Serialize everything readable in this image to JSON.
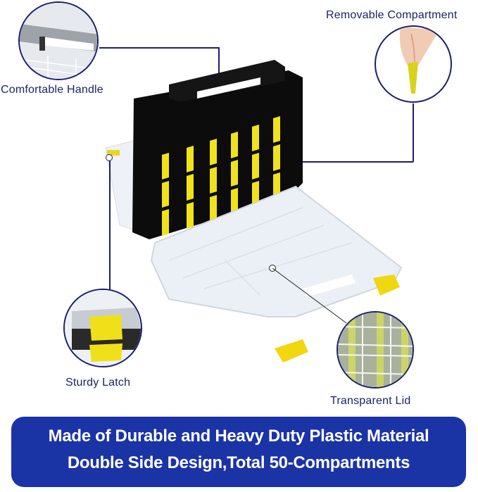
{
  "callouts": {
    "handle": {
      "label": "Comfortable Handle",
      "icon": "handle-closeup-icon"
    },
    "compartment": {
      "label": "Removable Compartment",
      "icon": "hand-holding-divider-icon"
    },
    "latch": {
      "label": "Sturdy Latch",
      "icon": "latch-closeup-icon"
    },
    "lid": {
      "label": "Transparent Lid",
      "icon": "lid-grid-closeup-icon"
    }
  },
  "product": {
    "name": "double-sided-organizer-case",
    "colors": {
      "body": "#0e0e0e",
      "dividers": "#f2e21a",
      "lid": "#e9eef3",
      "accent": "#1c1e6e",
      "banner": "#1a33a5"
    },
    "grid": {
      "rows": 4,
      "cols": 6
    }
  },
  "banner": {
    "line1": "Made of Durable and Heavy Duty Plastic Material",
    "line2": "Double Side Design,Total 50-Compartments"
  }
}
